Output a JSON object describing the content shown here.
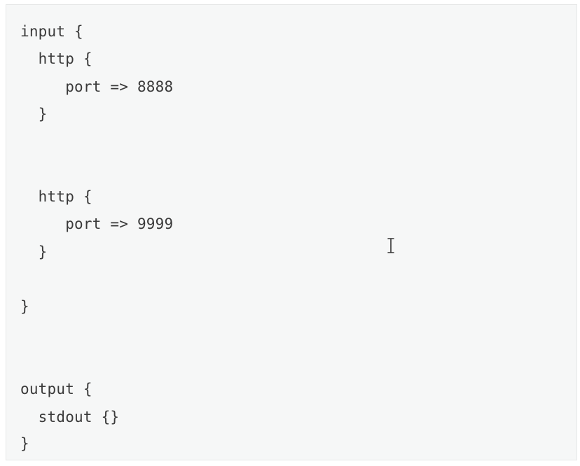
{
  "code": {
    "lines": [
      "input {",
      "  http {",
      "     port => 8888",
      "  }",
      "  http {",
      "     port => 9999",
      "  }",
      "}",
      "output {",
      "  stdout {}",
      "}"
    ]
  },
  "cursor": {
    "icon": "text-cursor-icon"
  }
}
